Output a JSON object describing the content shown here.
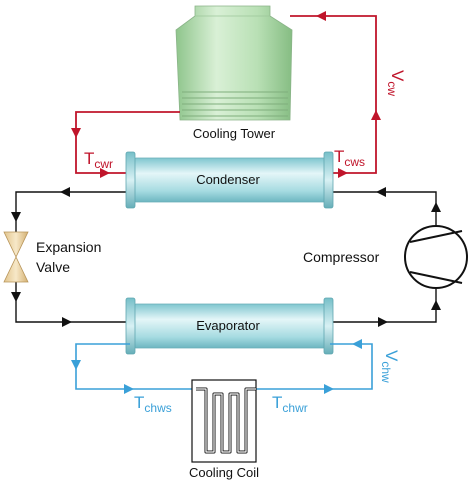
{
  "labels": {
    "cooling_tower": "Cooling Tower",
    "condenser": "Condenser",
    "evaporator": "Evaporator",
    "expansion_line1": "Expansion",
    "expansion_line2": "Valve",
    "compressor": "Compressor",
    "cooling_coil": "Cooling Coil"
  },
  "variables": {
    "t_cwr": {
      "base": "T",
      "sub": "cwr"
    },
    "t_cws": {
      "base": "T",
      "sub": "cws"
    },
    "v_cw": {
      "base": "V",
      "sub": "cw"
    },
    "t_chws": {
      "base": "T",
      "sub": "chws"
    },
    "t_chwr": {
      "base": "T",
      "sub": "chwr"
    },
    "v_chw": {
      "base": "V",
      "sub": "chw"
    }
  },
  "colors": {
    "condenser_water": "#c0152b",
    "chilled_water": "#3aa0d8",
    "refrigerant": "#111111",
    "tower_fill": "#b7e0b4",
    "vessel_fill": "#a9dde3"
  }
}
